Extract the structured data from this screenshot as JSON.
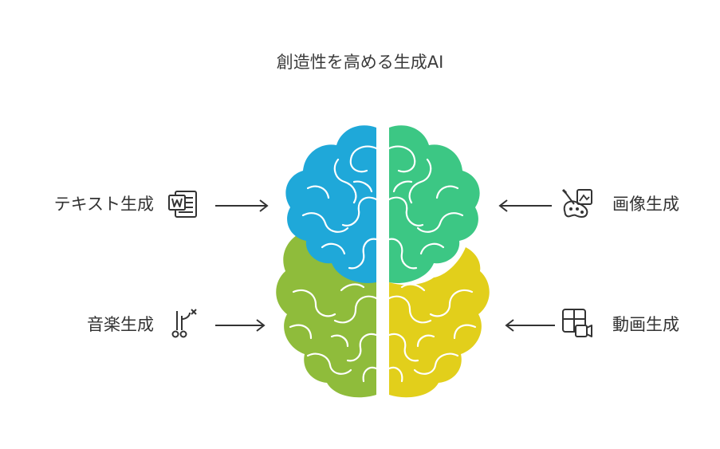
{
  "title": "創造性を高める生成AI",
  "items": {
    "text": {
      "label": "テキスト生成",
      "icon": "word-document-icon"
    },
    "music": {
      "label": "音楽生成",
      "icon": "music-tuning-fork-icon"
    },
    "image": {
      "label": "画像生成",
      "icon": "paint-palette-image-icon"
    },
    "video": {
      "label": "動画生成",
      "icon": "video-camera-grid-icon"
    }
  },
  "colors": {
    "text_lobe": "#1fa8d9",
    "music_lobe": "#8fbc3b",
    "image_lobe": "#3cc784",
    "video_lobe": "#e2cf1b",
    "line": "#ffffff",
    "ink": "#333333"
  }
}
